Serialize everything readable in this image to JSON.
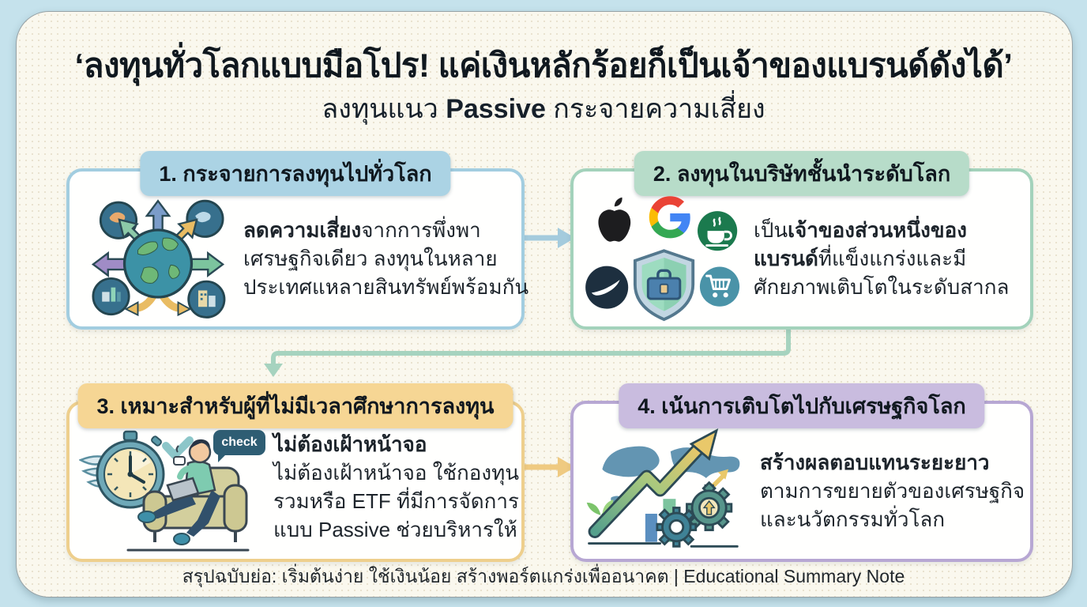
{
  "header": {
    "title": "‘ลงทุนทั่วโลกแบบมือโปร! แค่เงินหลักร้อยก็เป็นเจ้าของแบรนด์ดังได้’",
    "subtitle_pre": "ลงทุนแนว ",
    "subtitle_en": "Passive",
    "subtitle_post": " กระจายความเสี่ยง"
  },
  "cards": [
    {
      "header": "1. กระจายการลงทุนไปทั่วโลก",
      "icon": "globe-with-outward-arrows",
      "l1_bold": "ลดความเสี่ยง",
      "l1_rest": "จากการพึ่งพา",
      "l2": "เศรษฐกิจเดียว ลงทุนในหลาย",
      "l3": "ประเทศแหลายสินทรัพย์พร้อมกัน",
      "header_bg": "#abd3e4",
      "border": "#a2cde0"
    },
    {
      "header": "2. ลงทุนในบริษัทชั้นนำระดับโลก",
      "icon": "brand-logos-with-shield",
      "l1_pre": "เป็น",
      "l1_bold": "เจ้าของส่วนหนึ่งของ",
      "l2_bold": "แบรนด์",
      "l2_rest": "ที่แข็งแกร่งและมี",
      "l3": "ศักยภาพเติบโตในระดับสากล",
      "header_bg": "#b7dcc9",
      "border": "#a3d2bb"
    },
    {
      "header": "3. เหมาะสำหรับผู้ที่ไม่มีเวลาศึกษาการลงทุน",
      "icon": "relaxed-person-with-winged-stopwatch",
      "bubble_label": "check",
      "l1_bold": "ไม่ต้องเฝ้าหน้าจอ",
      "l2": "ไม่ต้องเฝ้าหน้าจอ ใช้กองทุน",
      "l3": "รวมหรือ ETF ที่มีการจัดการ",
      "l4": "แบบ Passive ช่วยบริหารให้",
      "header_bg": "#f6d694",
      "border": "#eecf8d"
    },
    {
      "header": "4. เน้นการเติบโตไปกับเศรษฐกิจโลก",
      "icon": "world-map-growth-arrow-gears",
      "l1_bold": "สร้างผลตอบแทนระยะยาว",
      "l2": "ตามการขยายตัวของเศรษฐกิจ",
      "l3": "และนวัตกรรมทั่วโลก",
      "header_bg": "#c9bcdf",
      "border": "#b7a7d3"
    }
  ],
  "footer": "สรุปฉบับย่อ: เริ่มต้นง่าย ใช้เงินน้อย สร้างพอร์ตแกร่งเพื่ออนาคต | Educational Summary Note",
  "palette": {
    "canvas_bg": "#c5e2ec",
    "card_bg": "#faf8ee",
    "text_dark": "#1d242b",
    "arrow_blue": "#a4cbdd",
    "arrow_green": "#a6d3bf",
    "arrow_yellow": "#efca81"
  }
}
